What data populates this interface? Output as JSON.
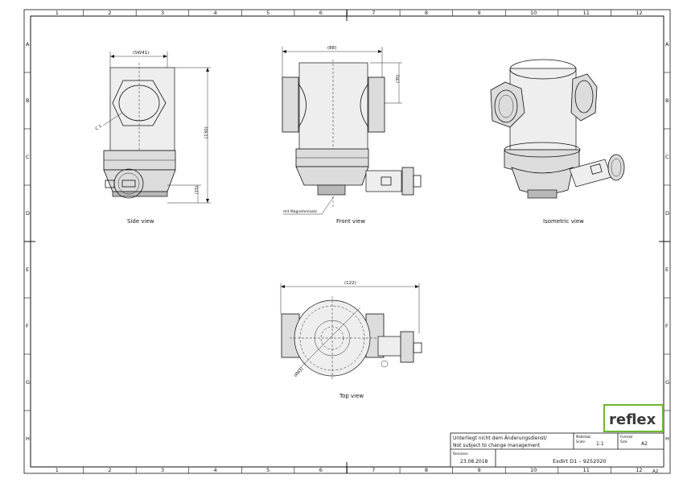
{
  "grid": {
    "columns": [
      "1",
      "2",
      "3",
      "4",
      "5",
      "6",
      "7",
      "8",
      "9",
      "10",
      "11",
      "12"
    ],
    "rows": [
      "A",
      "B",
      "C",
      "D",
      "E",
      "F",
      "G",
      "H"
    ]
  },
  "views": {
    "side": {
      "label": "Side view",
      "dim_width": "(SW41)",
      "dim_height": "(130)",
      "dim_small": "(15)",
      "chamfer": "C 1"
    },
    "front": {
      "label": "Front view",
      "dim_width": "(88)",
      "dim_side": "(35)",
      "callout": "mit Magneteinsatz"
    },
    "iso": {
      "label": "Isometric view"
    },
    "top": {
      "label": "Top view",
      "dim_width": "(122)",
      "dim_diameter": "(Ø63)"
    }
  },
  "title_block": {
    "note_de": "Unterliegt nicht dem Änderungsdienst/",
    "note_en": "Not subject to change management",
    "scale_label_de": "Maßstab/",
    "scale_label_en": "Scale:",
    "scale_value": "1:1",
    "format_label_de": "Format/",
    "format_label_en": "Size:",
    "format_value": "A2",
    "revision_label": "Revision",
    "revision_value": "23.08.2018",
    "part_title": "Exdirt D1  –  9252020",
    "corner_size": "A2"
  },
  "logo": {
    "text": "reflex",
    "color": "#6bb82d",
    "border": "#6bb82d"
  },
  "colors": {
    "line": "#111111",
    "body": "#dcdcdc"
  }
}
